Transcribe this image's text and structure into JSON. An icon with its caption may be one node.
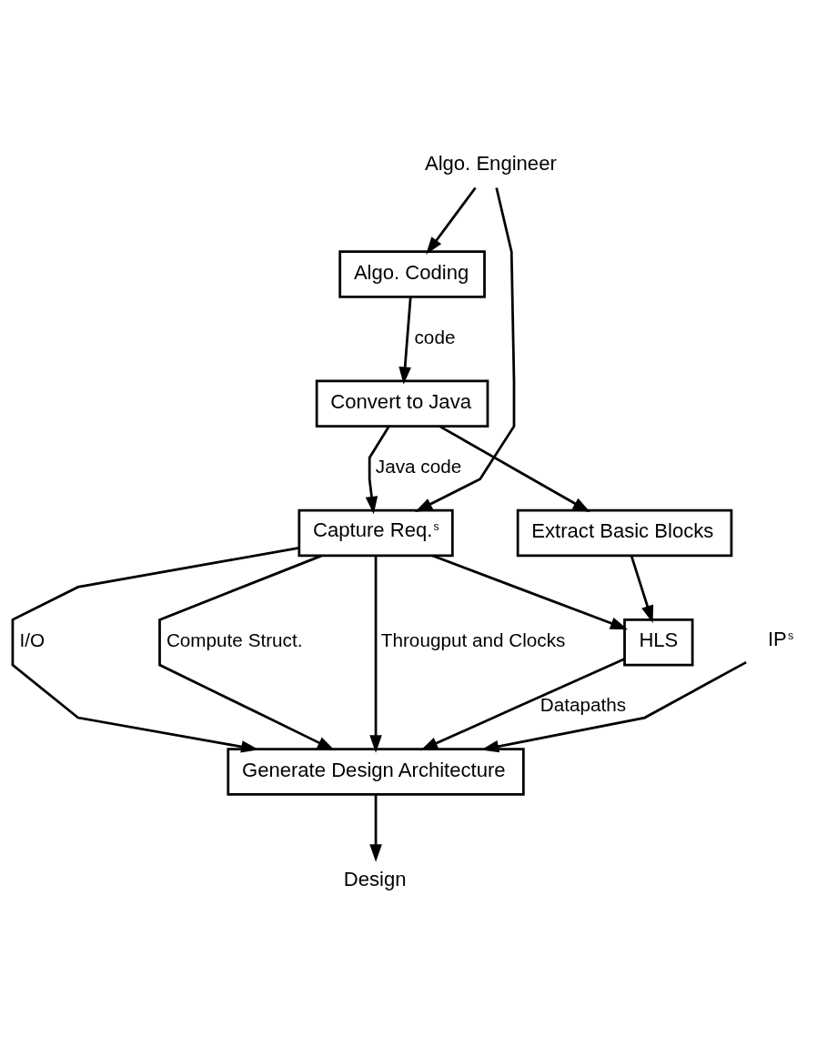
{
  "diagram": {
    "nodes": [
      {
        "text": [
          "Algo. Engineer"
        ]
      },
      {
        "text": [
          "Algo. Coding"
        ]
      },
      {
        "text": [
          "Convert to Java"
        ]
      },
      {
        "text": [
          "Capture Req.$^{s}$"
        ]
      },
      {
        "text": [
          "Extract Basic Blocks"
        ]
      },
      {
        "text": [
          "HLS"
        ]
      },
      {
        "text": [
          "IP$^{s}$"
        ]
      },
      {
        "text": [
          "Generate Design Architecture"
        ]
      },
      {
        "text": [
          "Design"
        ]
      }
    ],
    "edges": [
      {
        "from": 0,
        "to": 1,
        "arrow": "to"
      },
      {
        "from": 0,
        "to": 3,
        "arrow": "to"
      },
      {
        "from": 1,
        "to": 2,
        "arrow": "to",
        "label": "code"
      },
      {
        "from": 2,
        "to": 3,
        "arrow": "to",
        "label": "Java code"
      },
      {
        "from": 2,
        "to": 4,
        "arrow": "to"
      },
      {
        "from": 4,
        "to": 5,
        "arrow": "to"
      },
      {
        "from": 3,
        "to": 7,
        "arrow": "to",
        "label": "I/O"
      },
      {
        "from": 3,
        "to": 7,
        "arrow": "to",
        "label": "Compute Struct."
      },
      {
        "from": 3,
        "to": 7,
        "arrow": "to",
        "label": "Througput and Clocks"
      },
      {
        "from": 3,
        "to": 5,
        "arrow": "to"
      },
      {
        "from": 6,
        "to": 7,
        "arrow": "to"
      },
      {
        "from": 5,
        "to": 7,
        "arrow": "to",
        "label": "Datapaths"
      },
      {
        "from": 7,
        "to": 8,
        "arrow": "to"
      }
    ]
  }
}
